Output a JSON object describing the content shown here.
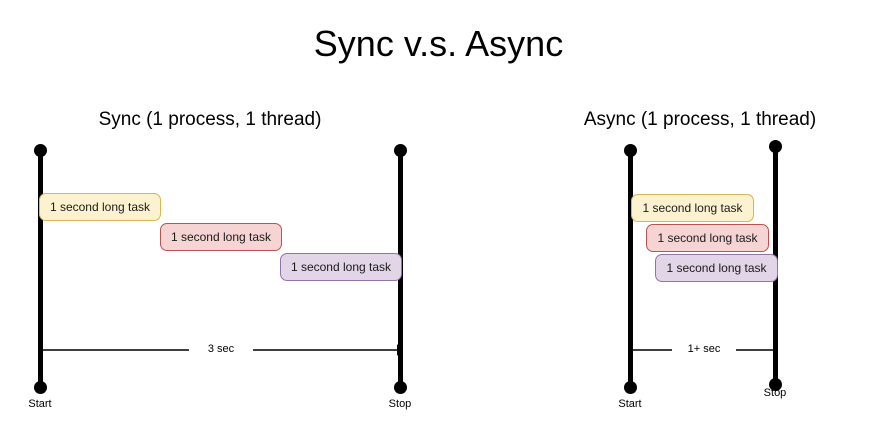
{
  "diagram": {
    "title": "Sync v.s. Async",
    "background_color": "#ffffff",
    "panels": [
      {
        "id": "sync",
        "title": "Sync (1 process, 1 thread)",
        "start_label": "Start",
        "stop_label": "Stop",
        "duration_label": "3 sec",
        "tasks": [
          {
            "label": "1 second long task",
            "color": "#fdf2d0",
            "border_color": "#d6b656"
          },
          {
            "label": "1 second long task",
            "color": "#f6d4d3",
            "border_color": "#b85450"
          },
          {
            "label": "1 second long task",
            "color": "#e1d5e7",
            "border_color": "#9673a6"
          }
        ]
      },
      {
        "id": "async",
        "title": "Async (1 process, 1 thread)",
        "start_label": "Start",
        "stop_label": "Stop",
        "duration_label": "1+ sec",
        "tasks": [
          {
            "label": "1 second long task",
            "color": "#fdf2d0",
            "border_color": "#d6b656"
          },
          {
            "label": "1 second long task",
            "color": "#f6d4d3",
            "border_color": "#b85450"
          },
          {
            "label": "1 second long task",
            "color": "#e1d5e7",
            "border_color": "#9673a6"
          }
        ]
      }
    ]
  }
}
